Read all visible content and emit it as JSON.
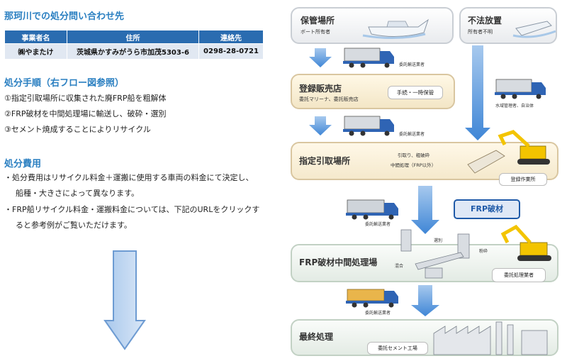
{
  "left": {
    "contact_title": "那珂川での処分問い合わせ先",
    "table": {
      "headers": [
        "事業者名",
        "住所",
        "連絡先"
      ],
      "row": [
        "㈱やまたけ",
        "茨城県かすみがうら市加茂5303-6",
        "0298-28-0721"
      ]
    },
    "steps_title": "処分手順（右フロー図参照）",
    "steps": [
      "①指定引取場所に収集された廃FRP船を粗解体",
      "②FRP破材を中間処理場に輸送し、破砕・選別",
      "③セメント焼成することによりリサイクル"
    ],
    "cost_title": "処分費用",
    "cost_lines": [
      "・処分費用はリサイクル料金＋運搬に使用する車両の料金にて決定し、",
      "船種・大きさによって異なります。",
      "・FRP船リサイクル料金・運搬料金については、下記のURLをクリックす",
      "ると参考例がご覧いただけます。"
    ]
  },
  "flow": {
    "storage": {
      "title": "保管場所",
      "sub": "ボート所有者"
    },
    "illegal": {
      "title": "不法放置",
      "sub": "所有者不明"
    },
    "truck_label": "委託輸送業者",
    "dealer": {
      "title": "登録販売店",
      "sub": "委託マリーナ、委託販売店",
      "tag": "手続・一時保管"
    },
    "water_admin": "水域管理者、自治体",
    "pickup": {
      "title": "指定引取場所",
      "tag1": "引取り、粗破砕",
      "tag2": "中間処理（FRP以外）",
      "worker": "登録作業所"
    },
    "frp_badge": "FRP破材",
    "mid": {
      "title": "FRP破材中間処理場",
      "sort": "選別",
      "mix": "混合",
      "crush": "粉砕",
      "contractor": "委託処理業者"
    },
    "final": {
      "title": "最終処理",
      "plant": "委託セメント工場"
    }
  },
  "colors": {
    "accent": "#2a7fc1",
    "header": "#2a6cb0",
    "arrow": "#4a90d9"
  }
}
